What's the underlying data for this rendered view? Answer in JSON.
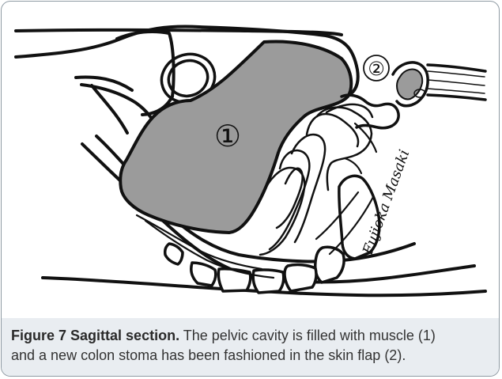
{
  "figure": {
    "label": "Figure 7",
    "title": "Sagittal section.",
    "caption_line_1": "The pelvic cavity is filled with muscle (1)",
    "caption_line_2": "and a new colon stoma has been fashioned in the skin flap (2)."
  },
  "diagram": {
    "markers": {
      "muscle": "①",
      "stoma": "②"
    },
    "signature": "Fujioka Masaki",
    "colors": {
      "muscle_fill": "#9b9b9b",
      "ink": "#111111",
      "caption_band": "#e9edf1",
      "frame_border": "#8f9aa3"
    }
  }
}
